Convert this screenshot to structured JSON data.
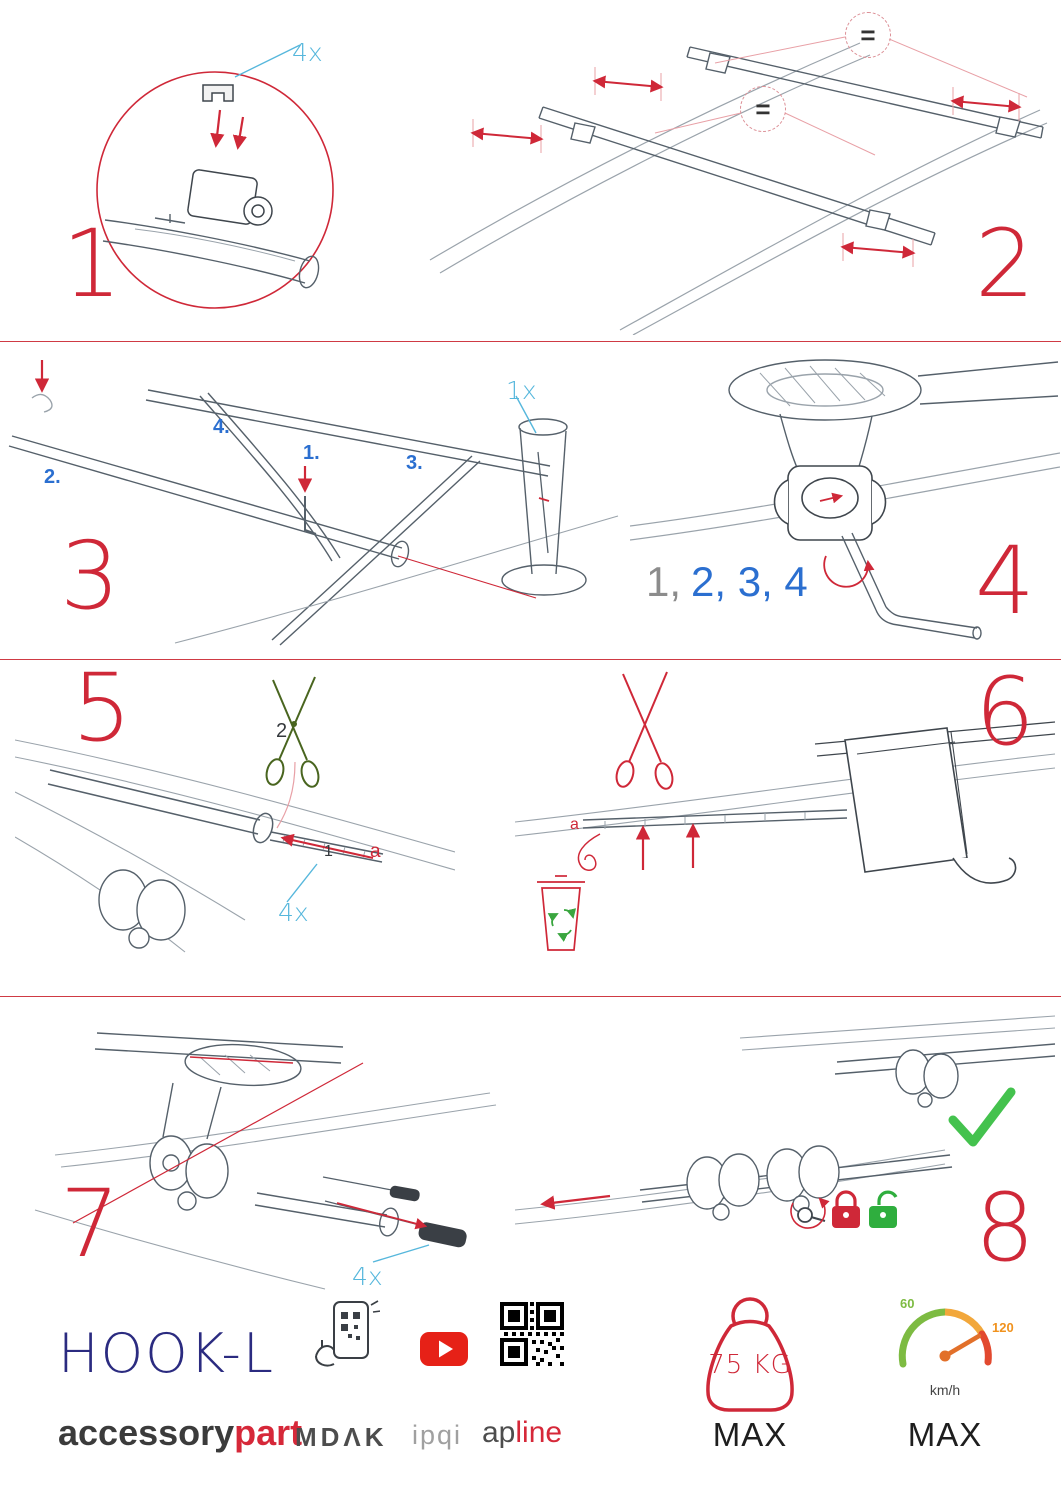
{
  "steps": {
    "s1": {
      "number": "1",
      "qty": "4x"
    },
    "s2": {
      "number": "2",
      "equal": "="
    },
    "s3": {
      "number": "3",
      "qty": "1x",
      "sub1": "1.",
      "sub2": "2.",
      "sub3": "3.",
      "sub4": "4."
    },
    "s4": {
      "number": "4",
      "seq_first": "1,",
      "seq_rest": "2, 3, 4"
    },
    "s5": {
      "number": "5",
      "cut_label": "2",
      "strip_label": "1",
      "edge_label": "a",
      "qty": "4x"
    },
    "s6": {
      "number": "6",
      "edge_label": "a"
    },
    "s7": {
      "number": "7",
      "qty": "4x"
    },
    "s8": {
      "number": "8"
    }
  },
  "footer": {
    "product_name": "HOOK-L",
    "brand_part1": "accessory",
    "brand_part2": "part",
    "logo_mdak": "MDΛK",
    "logo_ipqi": "ipqi",
    "logo_apline_part1": "ap",
    "logo_apline_part2": "line",
    "weight_limit": "75 KG",
    "weight_max_label": "MAX",
    "speed_tick_low": "60",
    "speed_tick_high": "120",
    "speed_unit": "km/h",
    "speed_max_label": "MAX"
  },
  "icons": {
    "magnifier_circle": "red-outline-circle",
    "scissors_green": "green-scissors",
    "scissors_red": "red-scissors",
    "trash_recycle": "red-bin-green-recycle",
    "padlock_locked": "red-closed-padlock",
    "padlock_unlocked": "green-open-padlock",
    "check": "green-checkmark",
    "youtube": "red-play-button",
    "qr_code": "qr-pattern",
    "phone_scan": "phone-with-qr-hand",
    "weight": "kettlebell-outline",
    "speedometer": "color-gauge-with-needle"
  },
  "colors": {
    "step_number_red": "#cf2838",
    "quantity_blue": "#56b7dc",
    "number_blue": "#2b6fd0",
    "brand_navy": "#2b2b80",
    "brand_red": "#d62839",
    "success_green": "#3dbb4a",
    "divider_red": "#cf3a44"
  }
}
